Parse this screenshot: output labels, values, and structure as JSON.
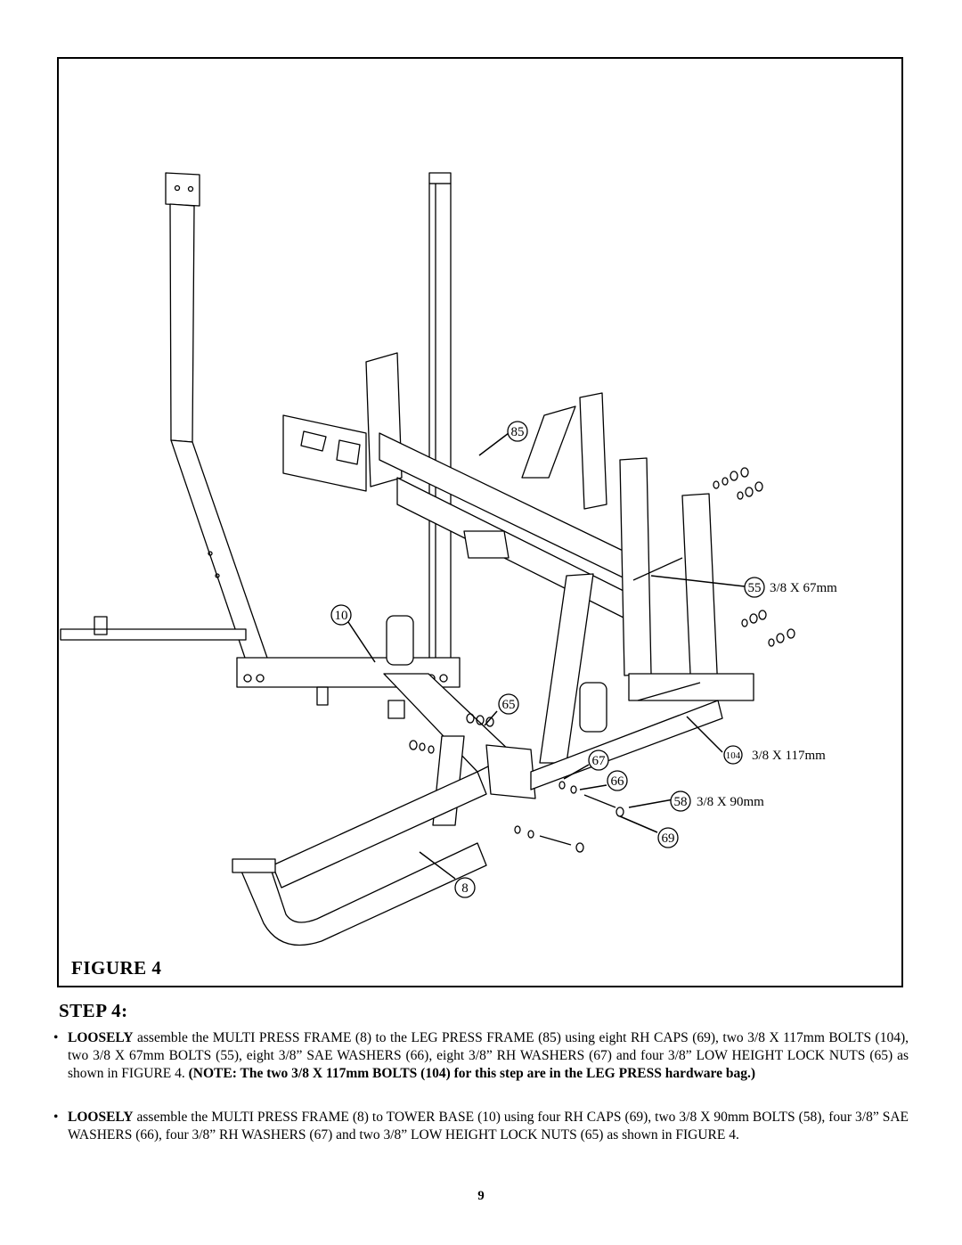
{
  "figure": {
    "title": "FIGURE 4",
    "callouts": {
      "c85": "85",
      "c55": "55",
      "c10": "10",
      "c65": "65",
      "c104": "104",
      "c67": "67",
      "c66": "66",
      "c58": "58",
      "c69": "69",
      "c8": "8"
    },
    "specs": {
      "s55": "3/8 X 67mm",
      "s104": "3/8 X 117mm",
      "s58": "3/8 X 90mm"
    }
  },
  "step": {
    "title": "STEP 4:",
    "bullet_symbol": "•",
    "p1": {
      "lead": "LOOSELY",
      "body": " assemble the MULTI PRESS FRAME (8) to the LEG PRESS FRAME (85) using eight RH CAPS (69), two 3/8 X 117mm BOLTS (104), two 3/8 X 67mm BOLTS (55), eight 3/8” SAE WASHERS (66), eight 3/8” RH WASHERS (67) and four 3/8” LOW HEIGHT LOCK NUTS (65) as shown in FIGURE 4. ",
      "note": "(NOTE: The two 3/8 X 117mm BOLTS (104) for this step are in the LEG PRESS hardware bag.)"
    },
    "p2": {
      "lead": "LOOSELY",
      "body": " assemble the MULTI PRESS FRAME (8) to TOWER BASE (10) using four RH CAPS (69), two 3/8 X 90mm BOLTS (58), four 3/8” SAE WASHERS (66), four 3/8” RH WASHERS (67) and two 3/8” LOW HEIGHT LOCK NUTS (65) as shown in FIGURE 4."
    }
  },
  "page_number": "9"
}
